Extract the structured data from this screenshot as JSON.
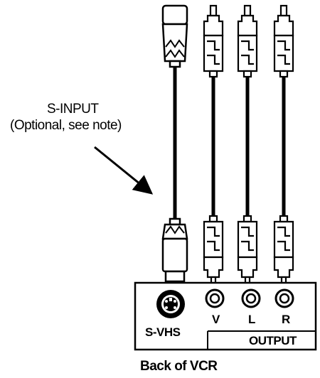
{
  "labels": {
    "s_input": "S-INPUT",
    "s_input_note": "(Optional, see note)",
    "svhs": "S-VHS",
    "v": "V",
    "l": "L",
    "r": "R",
    "output": "OUTPUT",
    "caption": "Back of VCR"
  },
  "colors": {
    "ink": "#000000",
    "background": "#ffffff",
    "panel_fill": "#ffffff"
  },
  "icons": {
    "svhs_connector": "mini-din-4-pin-icon",
    "rca_jack": "rca-jack-icon",
    "pointer": "arrow-icon"
  }
}
